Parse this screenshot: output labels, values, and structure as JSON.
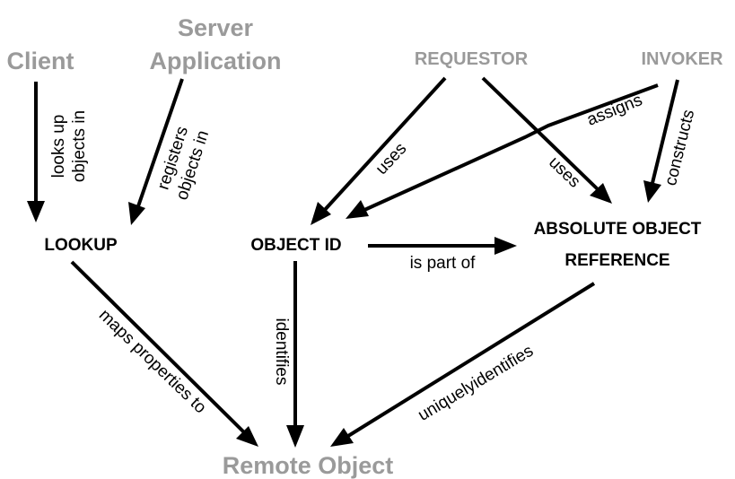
{
  "nodes": {
    "client": "Client",
    "server_application_line1": "Server",
    "server_application_line2": "Application",
    "requestor": "REQUESTOR",
    "invoker": "INVOKER",
    "lookup": "LOOKUP",
    "object_id": "OBJECT ID",
    "absolute_object_reference_line1": "ABSOLUTE OBJECT",
    "absolute_object_reference_line2": "REFERENCE",
    "remote_object": "Remote Object"
  },
  "edges": {
    "client_lookup_line1": "looks up",
    "client_lookup_line2": "objects in",
    "server_lookup_line1": "registers",
    "server_lookup_line2": "objects in",
    "requestor_objectid": "uses",
    "requestor_absref": "uses",
    "invoker_objectid": "assigns",
    "invoker_absref": "constructs",
    "objectid_absref": "is part of",
    "lookup_remote": "maps properties to",
    "objectid_remote": "identifies",
    "absref_remote": "uniquelyidentifies"
  },
  "colors": {
    "infrastructure_node": "#9a9a9a",
    "concept_node": "#000000",
    "edge": "#000000"
  }
}
